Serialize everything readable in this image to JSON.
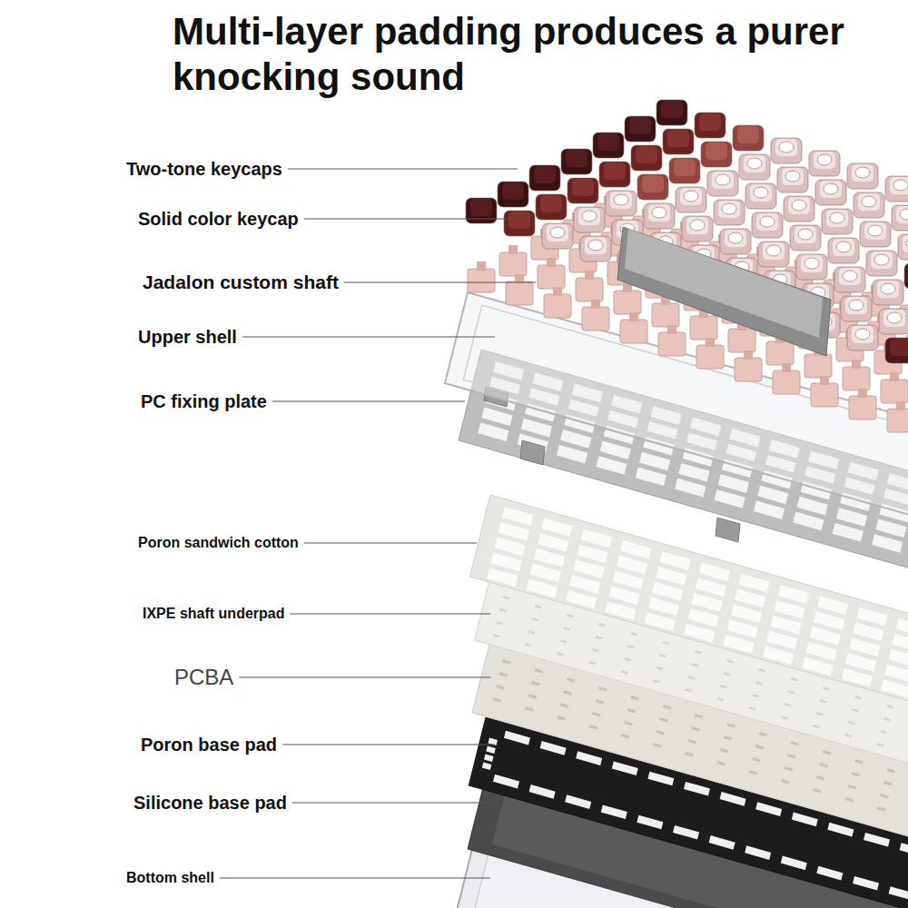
{
  "diagram": {
    "title": "Multi-layer padding produces a purer knocking sound",
    "labels": [
      "Two-tone keycaps",
      "Solid color keycap",
      "Jadalon custom shaft",
      "Upper shell",
      "PC fixing plate",
      "Poron sandwich cotton",
      "IXPE shaft underpad",
      "PCBA",
      "Poron base pad",
      "Silicone base pad",
      "Bottom shell"
    ]
  }
}
